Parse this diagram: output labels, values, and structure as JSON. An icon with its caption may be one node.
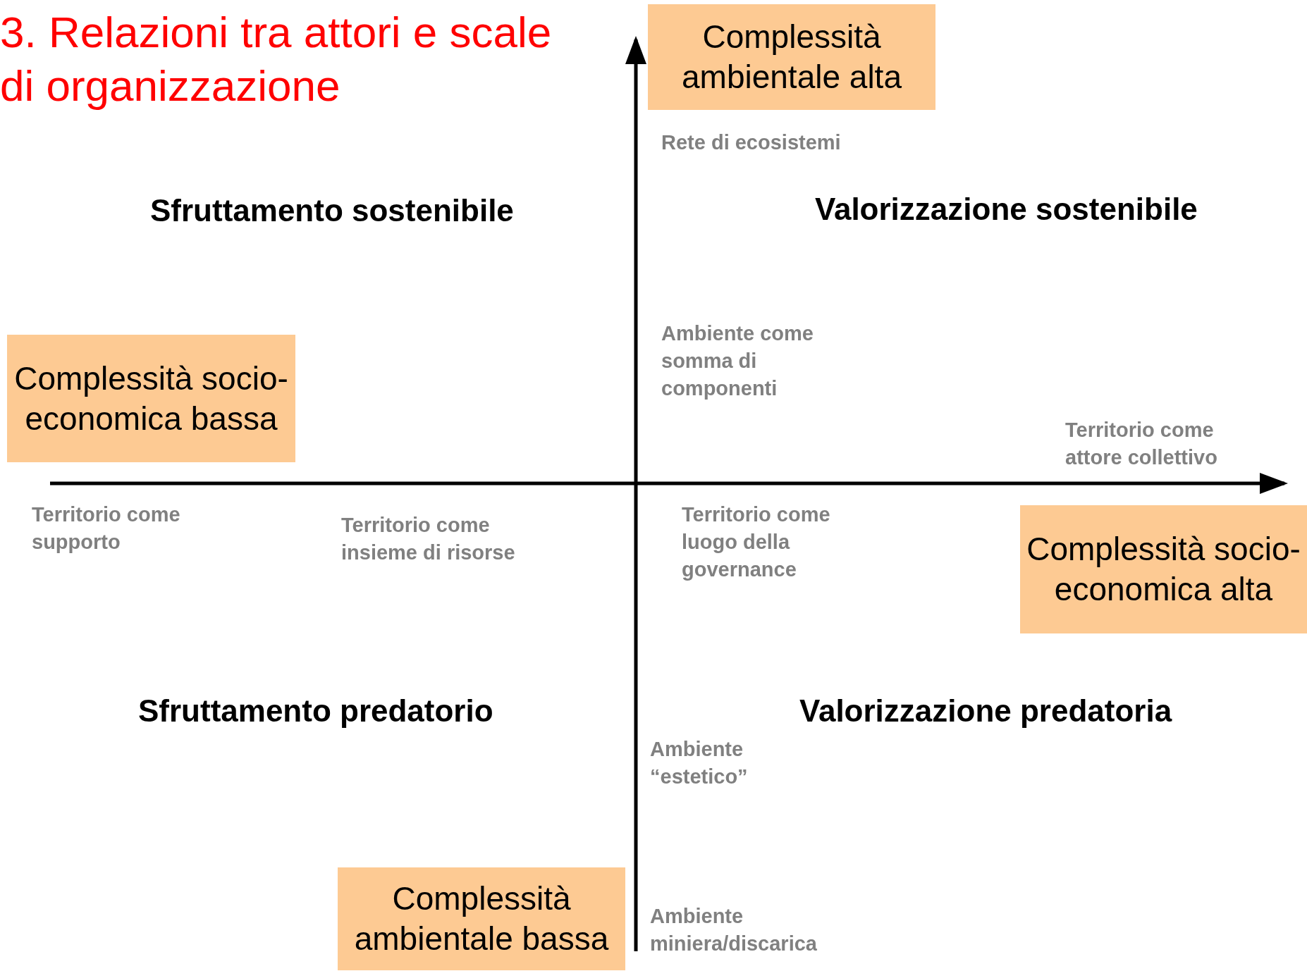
{
  "diagram": {
    "title": "3. Relazioni tra attori e scale di organizzazione",
    "nodes": [
      {
        "text": [
          "Complessità ambientale alta"
        ]
      },
      {
        "text": [
          "Complessità socio-economica bassa"
        ]
      },
      {
        "text": [
          "Complessità socio-economica alta"
        ]
      },
      {
        "text": [
          "Complessità ambientale bassa"
        ]
      }
    ],
    "labels": [
      "Rete di ecosistemi",
      "Sfruttamento sostenibile",
      "Valorizzazione sostenibile",
      "Ambiente come somma di componenti",
      "Territorio come attore collettivo",
      "Territorio come supporto",
      "Territorio come insieme di risorse",
      "Territorio come luogo della governance",
      "Sfruttamento predatorio",
      "Valorizzazione predatoria",
      "Ambiente “estetico”",
      "Ambiente miniera/discarica"
    ]
  }
}
